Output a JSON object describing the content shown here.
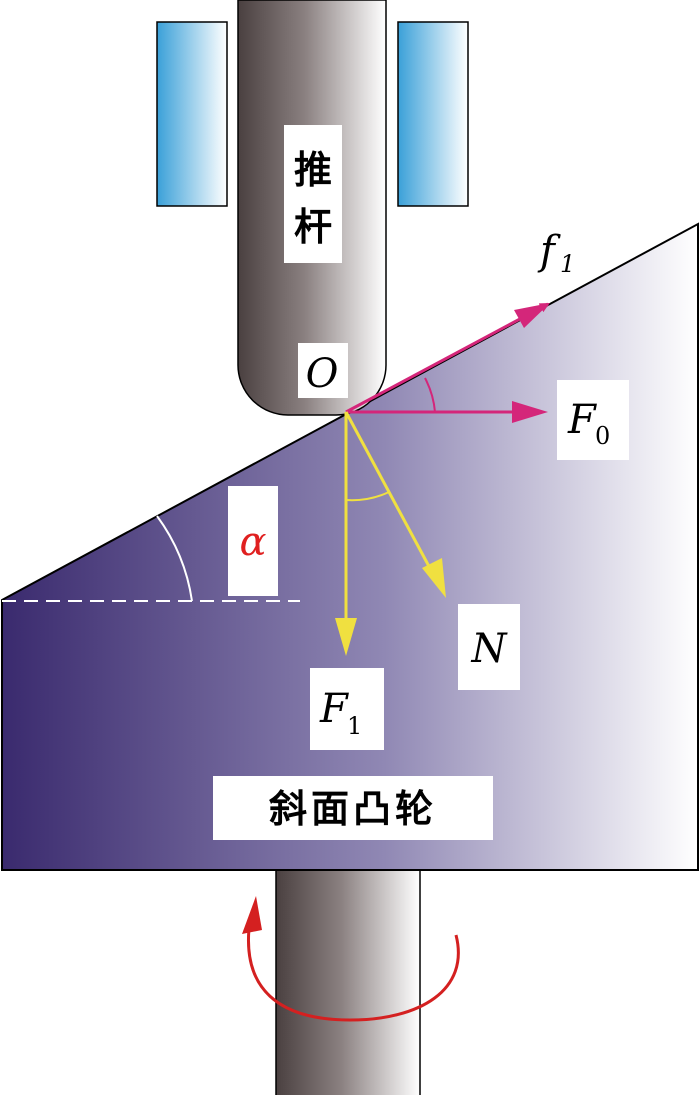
{
  "labels": {
    "push_rod": [
      "推",
      "杆"
    ],
    "cam": "斜面凸轮",
    "contact_point": "O",
    "angle": "α",
    "friction_force": {
      "base": "f",
      "sub": "1"
    },
    "push_force": {
      "base": "F",
      "sub": "0"
    },
    "normal_force": "N",
    "axial_force": {
      "base": "F",
      "sub": "1"
    }
  },
  "colors": {
    "friction_arrow": "#d4267a",
    "force_arrow": "#f0e040",
    "rotation_arrow": "#d42020",
    "angle_label": "#e02020",
    "cam_dark": "#3a2a6e",
    "guide_blue": "#3aa0d8"
  },
  "icons": {
    "rotation": "curved-rotation-arrow-icon"
  }
}
